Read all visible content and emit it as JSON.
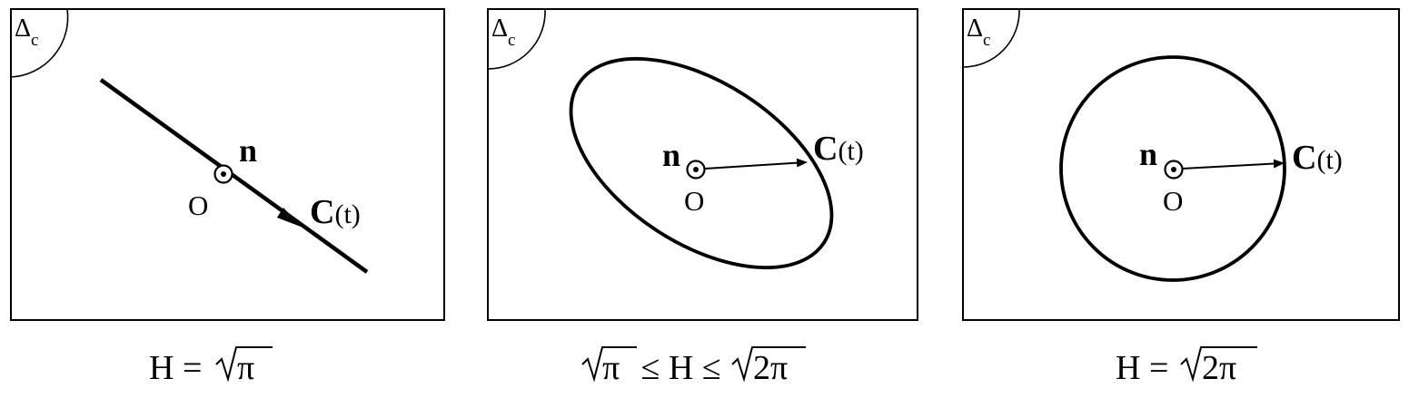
{
  "panels": [
    {
      "corner_symbol": "Δ",
      "corner_subscript": "c",
      "normal_label": "n",
      "origin_label": "O",
      "curve_label_main": "C",
      "curve_label_arg": "(t)",
      "caption": {
        "left": "H = ",
        "radicand": "π",
        "right": ""
      }
    },
    {
      "corner_symbol": "Δ",
      "corner_subscript": "c",
      "normal_label": "n",
      "origin_label": "O",
      "curve_label_main": "C",
      "curve_label_arg": "(t)",
      "caption": {
        "left": "",
        "radicand": "π",
        "middle": " ≤ H ≤",
        "radicand2": "2π"
      }
    },
    {
      "corner_symbol": "Δ",
      "corner_subscript": "c",
      "normal_label": "n",
      "origin_label": "O",
      "curve_label_main": "C",
      "curve_label_arg": "(t)",
      "caption": {
        "left": "H = ",
        "radicand": "2π",
        "right": ""
      }
    }
  ]
}
